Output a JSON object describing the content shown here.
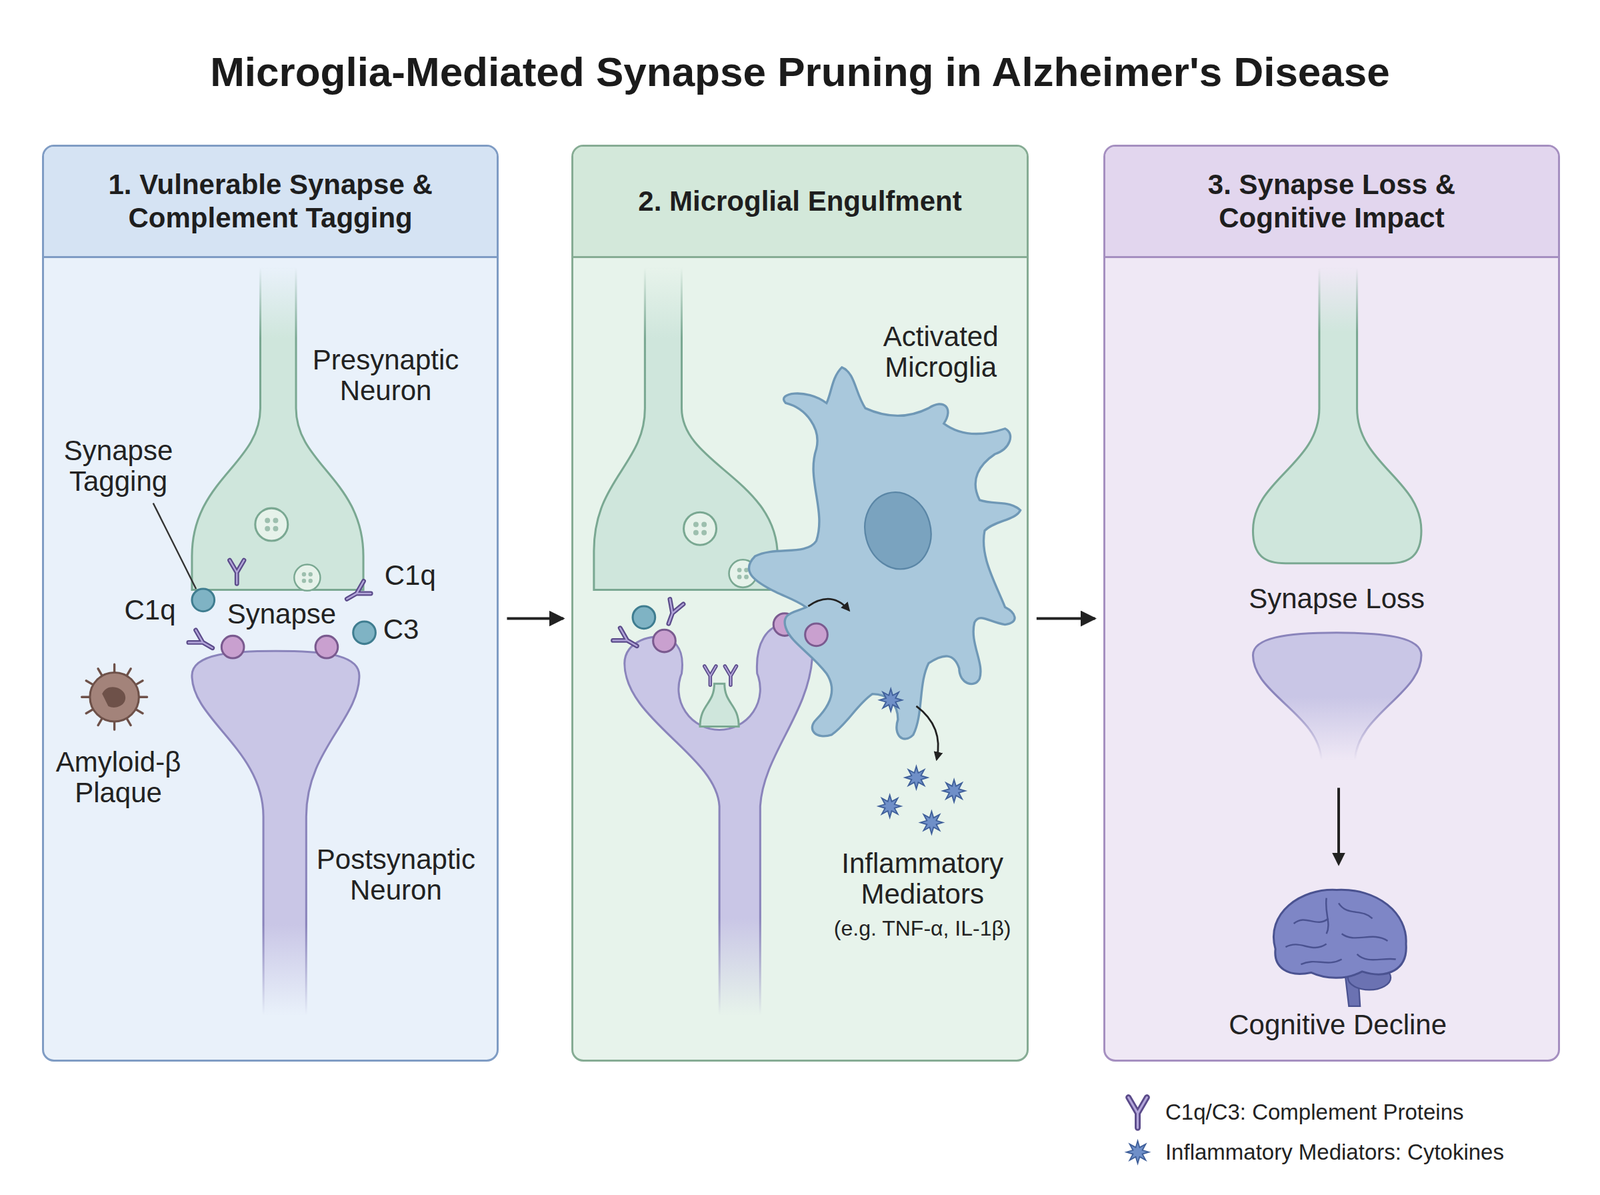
{
  "diagram": {
    "title": "Microglia-Mediated Synapse Pruning in Alzheimer's Disease",
    "nodes": [
      {
        "text": [
          "1. Vulnerable Synapse & Complement Tagging"
        ]
      },
      {
        "text": [
          "2. Microglial Engulfment"
        ]
      },
      {
        "text": [
          "3. Synapse Loss & Cognitive Impact"
        ]
      }
    ],
    "edges": [
      {
        "from": 0,
        "to": 1,
        "arrow": "to"
      },
      {
        "from": 1,
        "to": 2,
        "arrow": "to"
      }
    ],
    "labels": [
      "Synapse Tagging",
      "Presynaptic Neuron",
      "C1q",
      "Synapse",
      "C1q",
      "C3",
      "Amyloid-β Plaque",
      "Postsynaptic Neuron",
      "Activated Microglia",
      "Inflammatory Mediators",
      "(e.g. TNF-α, IL-1β)",
      "Synapse Loss",
      "Cognitive Decline"
    ],
    "legend": [
      {
        "text": "C1q/C3: Complement Proteins"
      },
      {
        "text": "Inflammatory Mediators: Cytokines"
      }
    ]
  }
}
